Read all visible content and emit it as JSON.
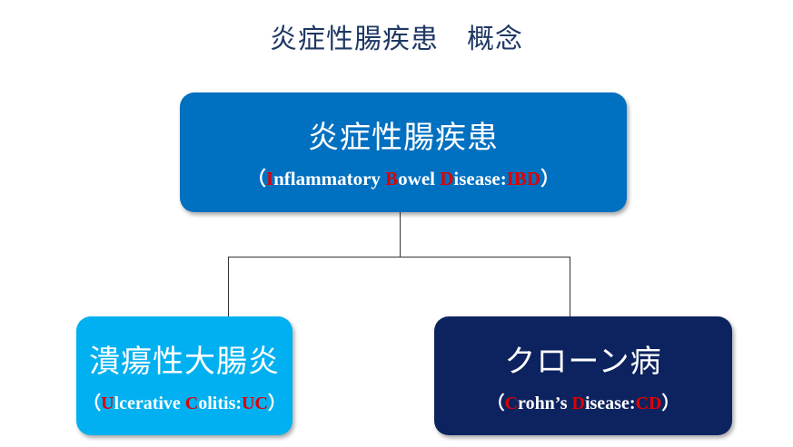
{
  "title": "炎症性腸疾患　概念",
  "colors": {
    "top_box": "#0070c0",
    "uc_box": "#00b0f0",
    "cd_box": "#0d2360",
    "accent": "#e00000"
  },
  "nodes": {
    "ibd": {
      "label": "炎症性腸疾患",
      "parts": [
        "（",
        "I",
        "nflammatory ",
        "B",
        "owel ",
        "D",
        "isease:",
        "IBD",
        "）"
      ]
    },
    "uc": {
      "label": "潰瘍性大腸炎",
      "parts": [
        "（",
        "U",
        "lcerative ",
        "C",
        "olitis:",
        "UC",
        "）"
      ]
    },
    "cd": {
      "label": "クローン病",
      "parts": [
        "（",
        "C",
        "rohn’s ",
        "D",
        "isease:",
        "CD",
        "）"
      ]
    }
  }
}
